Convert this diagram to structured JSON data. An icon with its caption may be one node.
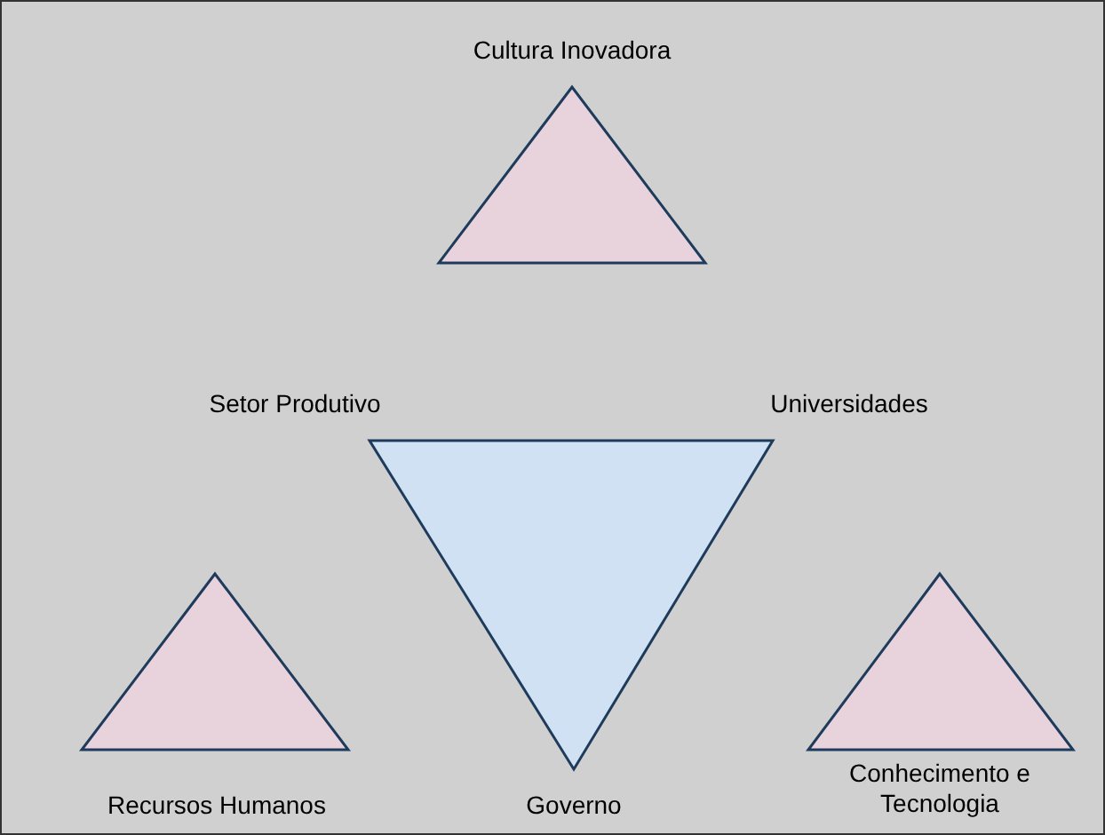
{
  "diagram": {
    "nodes": [
      {
        "text": [
          "Cultura Inovadora"
        ]
      },
      {
        "text": [],
        "shape": "triangle"
      },
      {
        "text": [
          "Recursos Humanos"
        ]
      },
      {
        "text": [
          "Conhecimento e Tecnologia"
        ]
      }
    ],
    "edges": [],
    "labels": [
      "Setor Produtivo",
      "Universidades",
      "Governo"
    ]
  }
}
